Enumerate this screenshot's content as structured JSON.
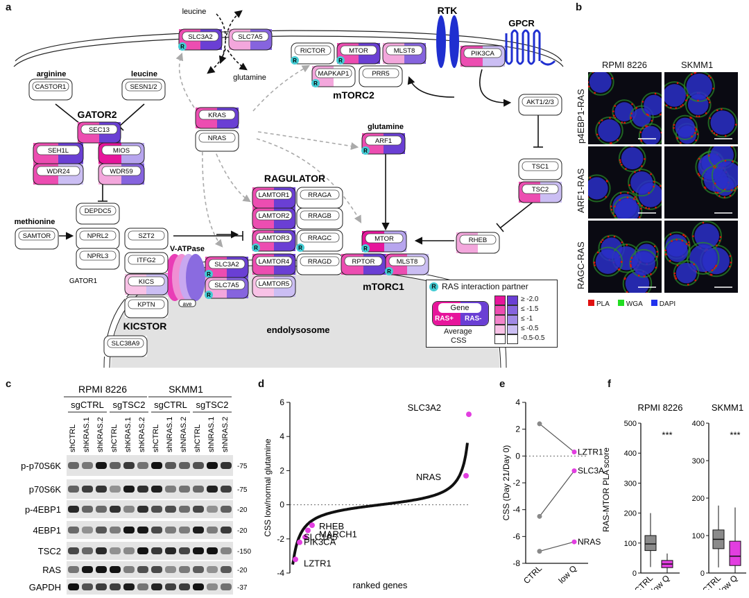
{
  "panel_letters": [
    "a",
    "b",
    "c",
    "d",
    "e",
    "f"
  ],
  "a": {
    "title": "a",
    "complexes": {
      "gator2": "GATOR2",
      "gator1": "GATOR1",
      "mtorc2": "mTORC2",
      "mtorc1": "mTORC1",
      "ragulator": "RAGULATOR",
      "kicstor": "KICSTOR",
      "vatpase": "V-ATPase",
      "endolysosome": "endolysosome",
      "rtk": "RTK",
      "gpcr": "GPCR"
    },
    "metabolites": [
      "arginine",
      "leucine",
      "methionine",
      "leucine",
      "glutamine",
      "glutamine"
    ],
    "genes": [
      "SLC3A2",
      "SLC7A5",
      "RICTOR",
      "MTOR",
      "MLST8",
      "MAPKAP1",
      "PRR5",
      "PIK3CA",
      "CASTOR1",
      "SESN1/2",
      "SEC13",
      "SEH1L",
      "MIOS",
      "WDR24",
      "WDR59",
      "KRAS",
      "NRAS",
      "AKT1/2/3",
      "ARF1",
      "TSC1",
      "TSC2",
      "SAMTOR",
      "DEPDC5",
      "NPRL2",
      "NPRL3",
      "SZT2",
      "ITFG2",
      "KICS",
      "KPTN",
      "LAMTOR1",
      "LAMTOR2",
      "LAMTOR3",
      "LAMTOR4",
      "LAMTOR5",
      "RRAGA",
      "RRAGB",
      "RRAGC",
      "RRAGD",
      "SLC3A2",
      "SLC7A5",
      "RHEB",
      "MTOR",
      "RPTOR",
      "MLST8",
      "SLC38A9"
    ],
    "v_atpase_label": "ave",
    "legend": {
      "r_label": "RAS interaction partner",
      "gene": "Gene",
      "ras_plus": "RAS+",
      "ras_minus": "RAS-",
      "avg": "Average",
      "css": "CSS",
      "scale": [
        "≥ -2.0",
        "≤ -1.5",
        "≤ -1",
        "≤ -0.5",
        "-0.5-0.5"
      ]
    },
    "colors": {
      "pink": "#e6159b",
      "purple": "#6a3fd4",
      "lpink": "#f3a7dc",
      "lpurple": "#b7a5ee"
    }
  },
  "b": {
    "col_labels": [
      "RPMI 8226",
      "SKMM1"
    ],
    "row_labels": [
      "p4EBP1-RAS",
      "ARF1-RAS",
      "RAGC-RAS"
    ],
    "legend": [
      "PLA",
      "WGA",
      "DAPI"
    ],
    "legend_colors": [
      "#e01010",
      "#22dd22",
      "#2233ee"
    ]
  },
  "c": {
    "cell_lines": [
      "RPMI 8226",
      "SKMM1"
    ],
    "groups": [
      "sgCTRL",
      "sgTSC2",
      "sgCTRL",
      "sgTSC2"
    ],
    "lanes": [
      "shCTRL",
      "shKRAS.1",
      "shKRAS.2",
      "shCTRL",
      "shKRAS.1",
      "shKRAS.2",
      "shCTRL",
      "shNRAS.1",
      "shNRAS.2",
      "shCTRL",
      "shNRAS.1",
      "shNRAS.2"
    ],
    "rows": [
      {
        "label": "p-p70S6K",
        "mw": "75"
      },
      {
        "label": "p70S6K",
        "mw": "75"
      },
      {
        "label": "p-4EBP1",
        "mw": "20"
      },
      {
        "label": "4EBP1",
        "mw": "20"
      },
      {
        "label": "TSC2",
        "mw": "150"
      },
      {
        "label": "RAS",
        "mw": "20"
      },
      {
        "label": "GAPDH",
        "mw": "37"
      }
    ]
  },
  "chart_data": [
    {
      "type": "scatter",
      "panel": "d",
      "xlabel": "ranked genes",
      "ylabel": "CSS low/normal glutamine",
      "ylim": [
        -4,
        6
      ],
      "yticks": [
        -4,
        -2,
        0,
        2,
        4,
        6
      ],
      "reference_line": 0,
      "highlighted": [
        {
          "gene": "SLC3A2",
          "y": 5.3
        },
        {
          "gene": "NRAS",
          "y": 1.7
        },
        {
          "gene": "RHEB",
          "y": -1.2
        },
        {
          "gene": "MARCH1",
          "y": -1.5
        },
        {
          "gene": "SLC1A5",
          "y": -1.9
        },
        {
          "gene": "PIK3CA",
          "y": -2.2
        },
        {
          "gene": "LZTR1",
          "y": -3.2
        }
      ]
    },
    {
      "type": "line",
      "panel": "e",
      "ylabel": "CSS (Day 21/Day 0)",
      "categories": [
        "CTRL",
        "low Q"
      ],
      "ylim": [
        -8,
        4
      ],
      "yticks": [
        -8,
        -6,
        -4,
        -2,
        0,
        2,
        4
      ],
      "series": [
        {
          "name": "LZTR1",
          "values": [
            2.4,
            0.3
          ]
        },
        {
          "name": "SLC3A2",
          "values": [
            -4.5,
            -1.1
          ]
        },
        {
          "name": "NRAS",
          "values": [
            -7.1,
            -6.4
          ]
        }
      ]
    },
    {
      "type": "box",
      "panel": "f",
      "ylabel": "RAS-MTOR PLA score",
      "subplots": [
        {
          "title": "RPMI 8226",
          "ylim": [
            0,
            500
          ],
          "yticks": [
            0,
            100,
            200,
            300,
            400,
            500
          ],
          "categories": [
            "CTRL",
            "low Q"
          ],
          "boxes": [
            {
              "q1": 75,
              "median": 97,
              "q3": 125,
              "lo": 20,
              "hi": 200
            },
            {
              "q1": 18,
              "median": 30,
              "q3": 42,
              "lo": 0,
              "hi": 65
            }
          ],
          "significance": "***"
        },
        {
          "title": "SKMM1",
          "ylim": [
            0,
            400
          ],
          "yticks": [
            0,
            100,
            200,
            300,
            400
          ],
          "categories": [
            "CTRL",
            "low Q"
          ],
          "boxes": [
            {
              "q1": 65,
              "median": 90,
              "q3": 115,
              "lo": 15,
              "hi": 180
            },
            {
              "q1": 20,
              "median": 45,
              "q3": 85,
              "lo": 0,
              "hi": 175
            }
          ],
          "significance": "***"
        }
      ]
    }
  ]
}
